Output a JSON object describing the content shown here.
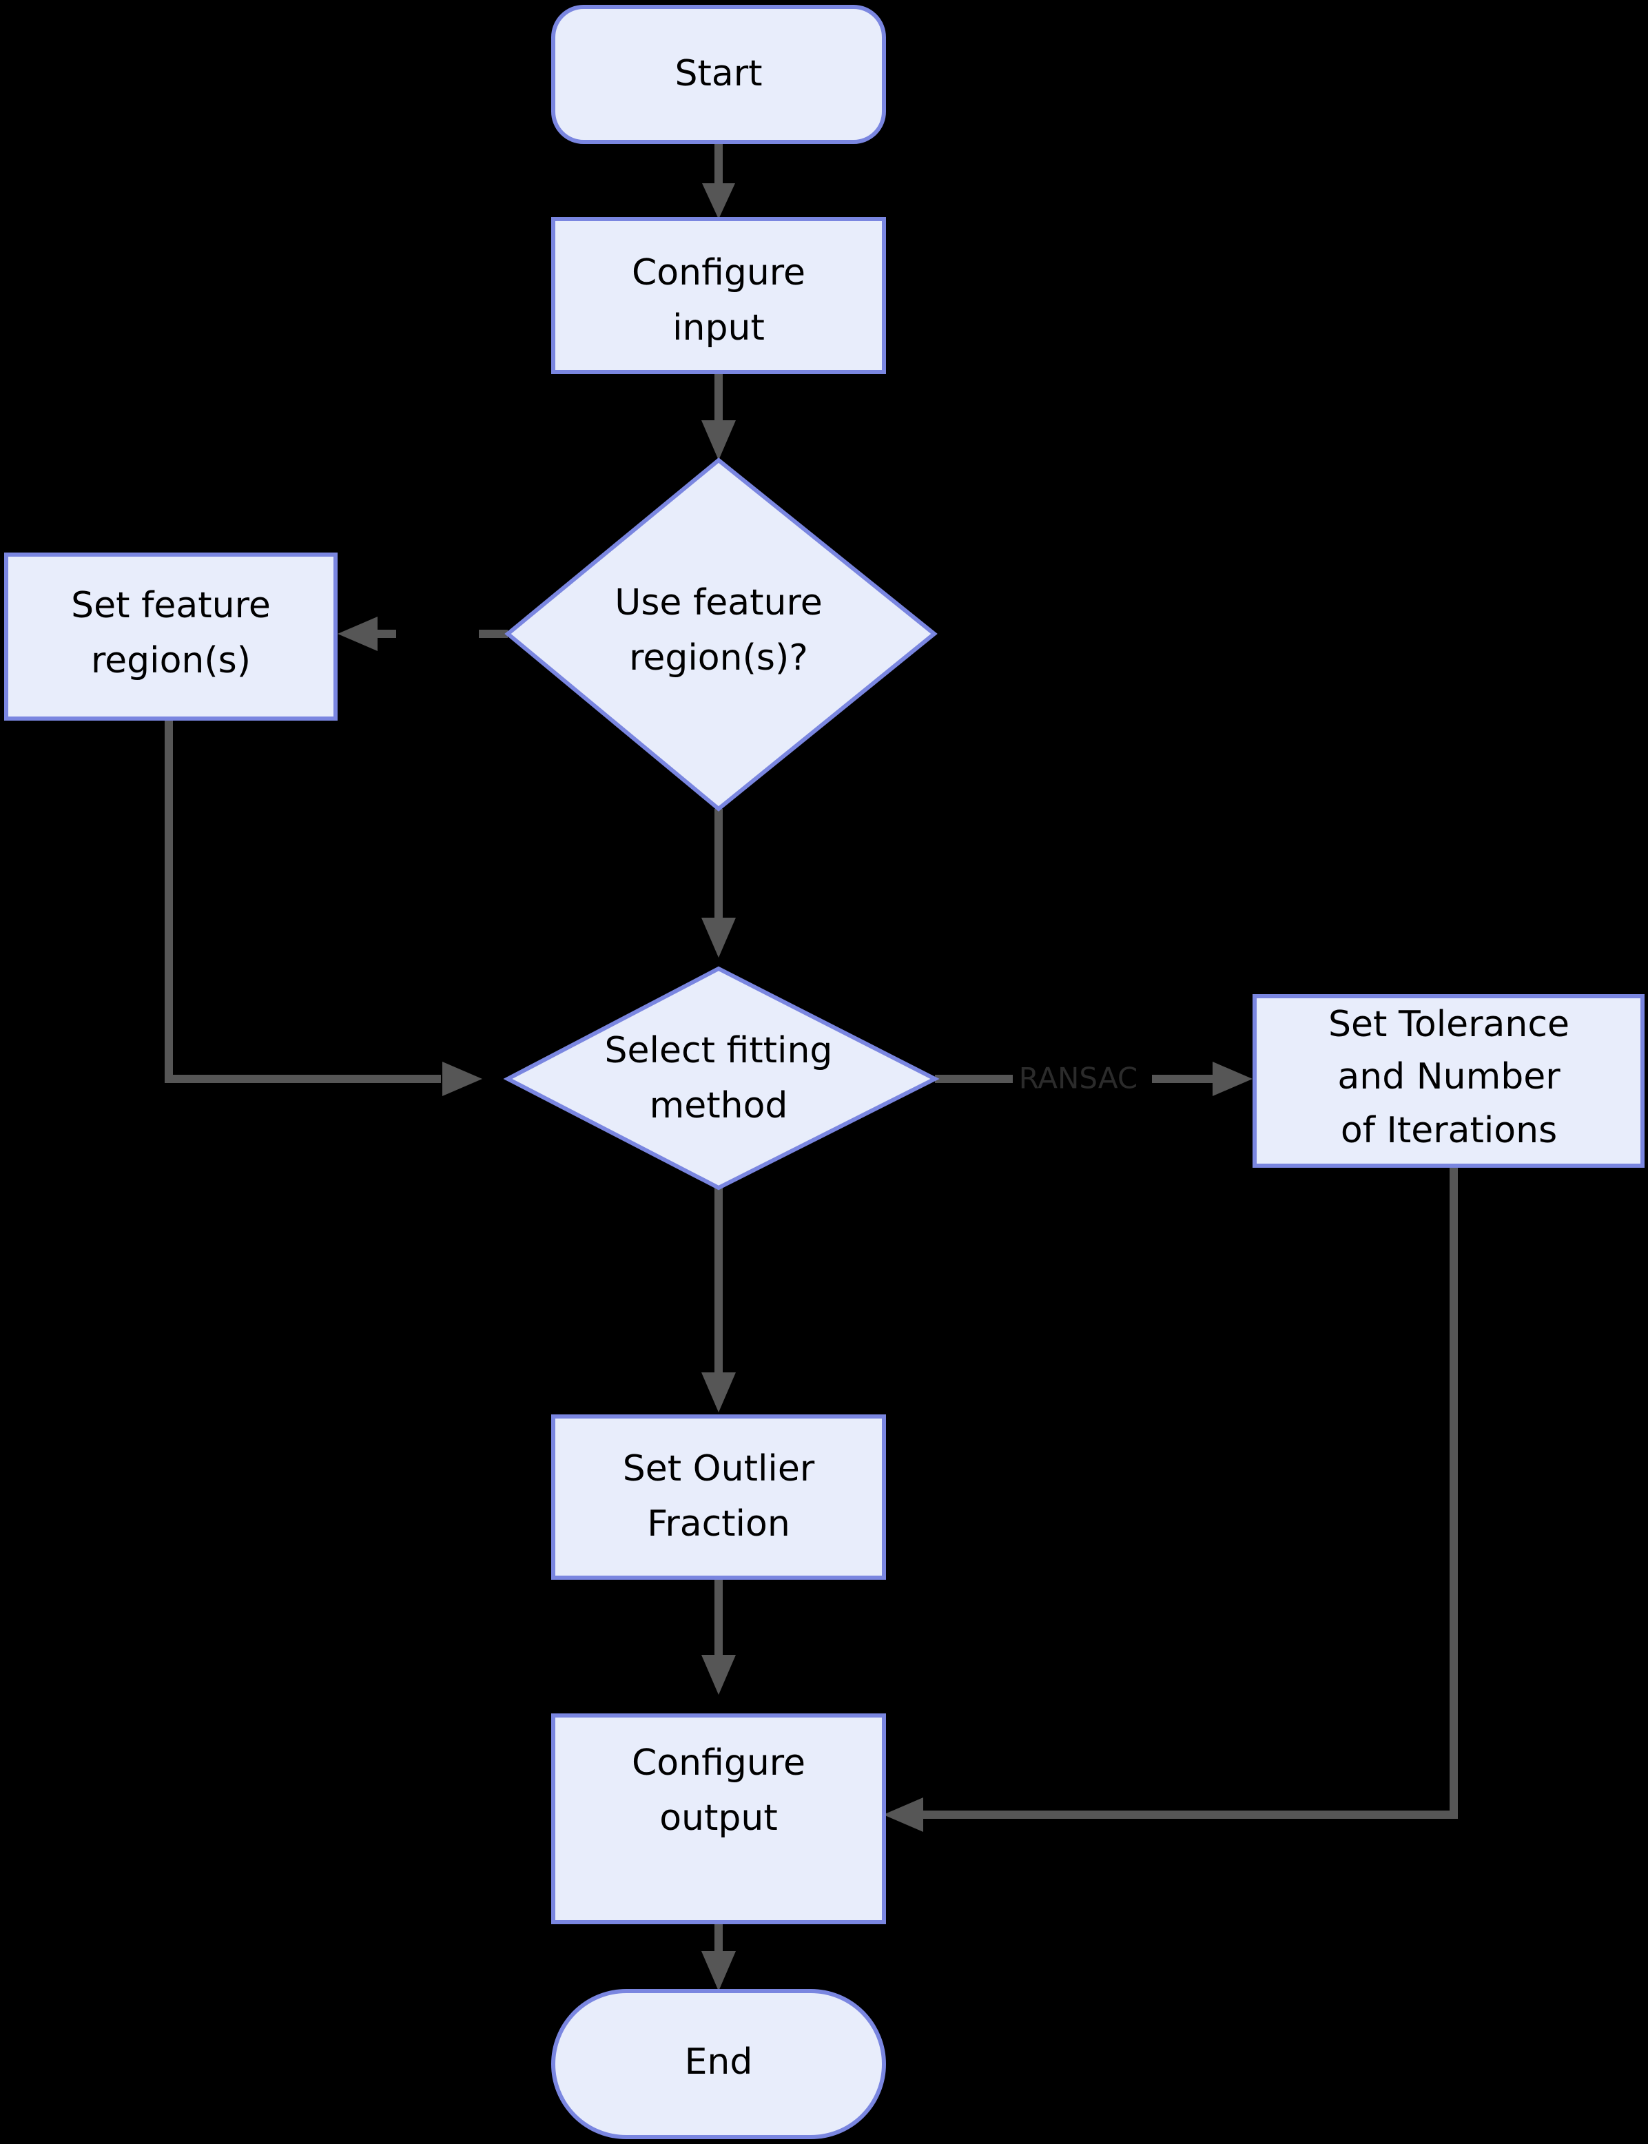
{
  "diagram": {
    "title": "Fitting workflow flowchart",
    "background_color": "#000000",
    "node_fill_color": "#e8edfb",
    "node_border_color": "#7a86e0",
    "edge_color": "#565656",
    "text_color": "#000000",
    "edge_label_color": "#2b2b2b"
  },
  "nodes": {
    "start": {
      "label": "Start",
      "shape": "stadium"
    },
    "configure_input": {
      "label_line1": "Configure",
      "label_line2": "input",
      "shape": "rectangle"
    },
    "use_feature_regions": {
      "label_line1": "Use feature",
      "label_line2": "region(s)?",
      "shape": "diamond"
    },
    "set_feature_regions": {
      "label_line1": "Set feature",
      "label_line2": "region(s)",
      "shape": "rectangle"
    },
    "select_fitting_method": {
      "label_line1": "Select fitting",
      "label_line2": "method",
      "shape": "diamond"
    },
    "set_tolerance_iterations": {
      "label_line1": "Set Tolerance",
      "label_line2": "and Number",
      "label_line3": "of Iterations",
      "shape": "rectangle"
    },
    "set_outlier_fraction": {
      "label_line1": "Set Outlier",
      "label_line2": "Fraction",
      "shape": "rectangle"
    },
    "configure_output": {
      "label_line1": "Configure",
      "label_line2": "output",
      "shape": "rectangle"
    },
    "end": {
      "label": "End",
      "shape": "stadium"
    }
  },
  "edges": {
    "start_to_configure_input": {
      "label": ""
    },
    "configure_input_to_use_feature_regions": {
      "label": ""
    },
    "use_feature_regions_to_set_feature_regions": {
      "label": ""
    },
    "use_feature_regions_to_select_fitting_method": {
      "label": ""
    },
    "set_feature_regions_to_select_fitting_method": {
      "label": ""
    },
    "select_fitting_method_to_set_tolerance": {
      "label": "RANSAC"
    },
    "select_fitting_method_to_set_outlier_fraction": {
      "label": ""
    },
    "set_outlier_fraction_to_configure_output": {
      "label": ""
    },
    "set_tolerance_to_configure_output": {
      "label": ""
    },
    "configure_output_to_end": {
      "label": ""
    }
  }
}
